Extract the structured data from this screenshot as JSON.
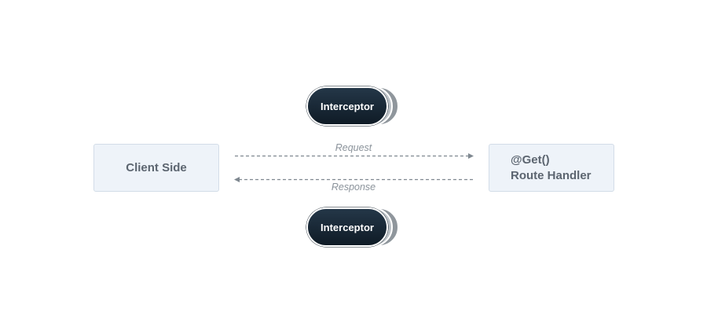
{
  "diagram": {
    "client": {
      "label": "Client Side"
    },
    "handler": {
      "decorator": "@Get()",
      "label": "Route Handler"
    },
    "interceptors": [
      {
        "label": "Interceptor"
      },
      {
        "label": "Interceptor"
      }
    ],
    "arrows": {
      "request_label": "Request",
      "response_label": "Response"
    },
    "colors": {
      "box_fill": "#eef3f9",
      "box_border": "#d3dde8",
      "text": "#5c6570",
      "interceptor_fill": "#1b2b3a",
      "arrow": "#7f8890"
    }
  }
}
